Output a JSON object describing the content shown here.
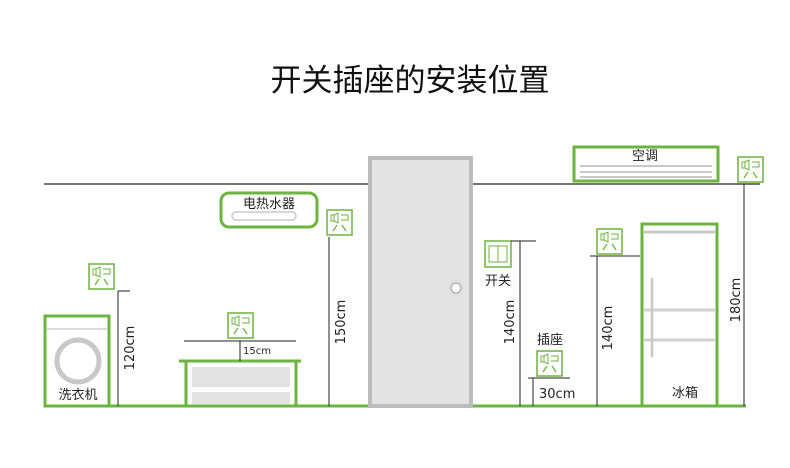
{
  "title": "开关插座的安装位置",
  "colors": {
    "accent": "#6db33f",
    "line": "#222222",
    "door": "#bcbcbc",
    "door_fill": "#e3e3e3"
  },
  "appliances": {
    "washer": "洗衣机",
    "water_heater": "电热水器",
    "ac": "空调",
    "fridge": "冰箱"
  },
  "labels": {
    "switch": "开关",
    "socket": "插座"
  },
  "dimensions": {
    "washer_socket": "120cm",
    "table_gap": "15cm",
    "heater_socket": "150cm",
    "switch_height": "140cm",
    "low_socket": "30cm",
    "fridge_socket": "140cm",
    "ac_socket": "180cm"
  }
}
